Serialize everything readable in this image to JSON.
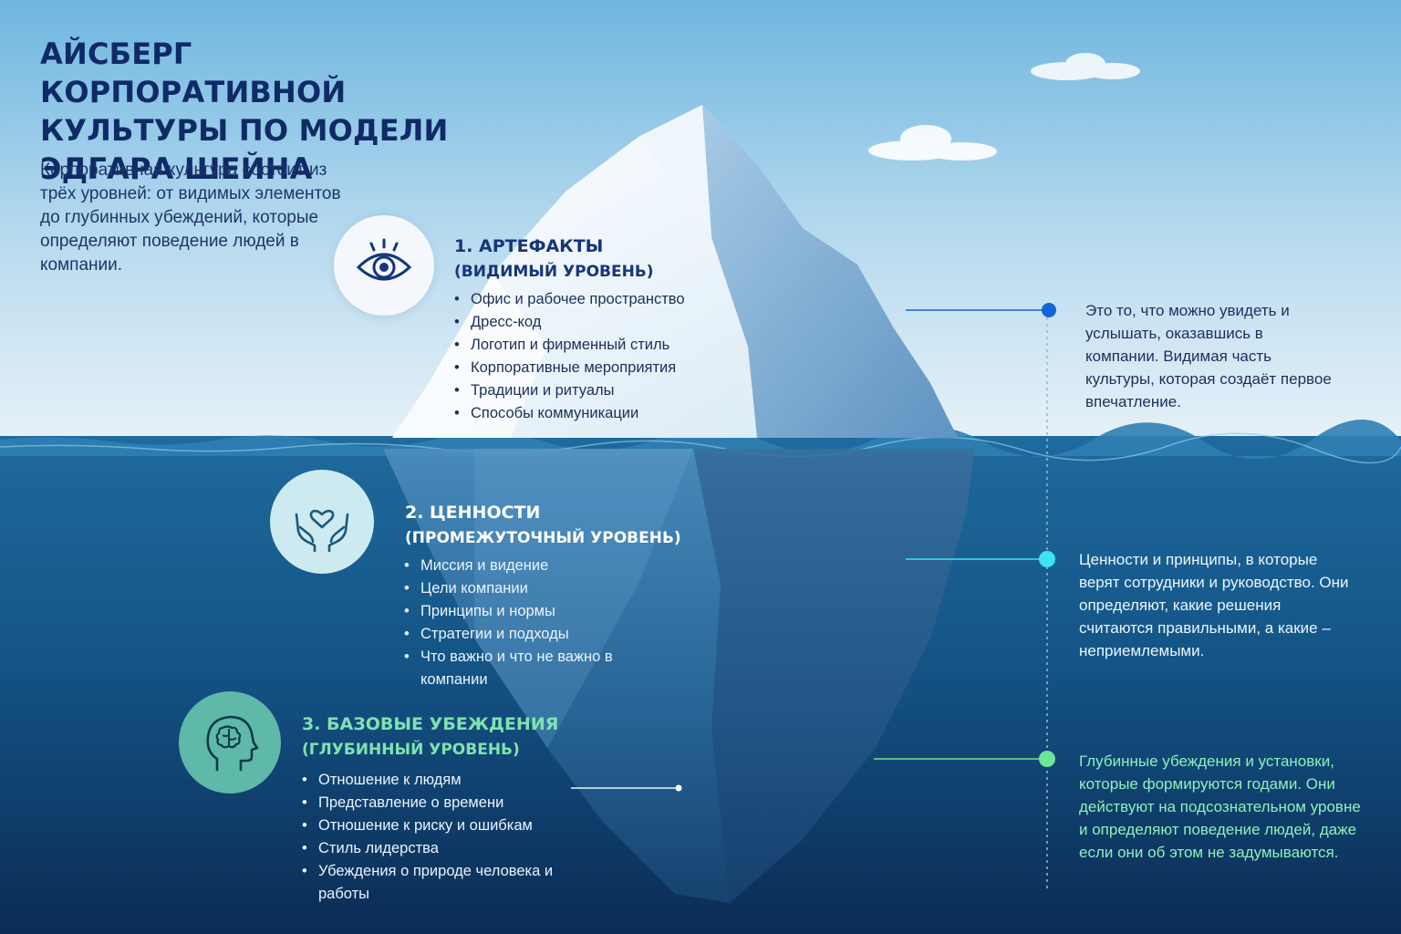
{
  "title": "АЙСБЕРГ КОРПОРАТИВНОЙ КУЛЬТУРЫ ПО МОДЕЛИ ЭДГАРА ШЕЙНА",
  "subtitle": "Корпоративная культура состоит из трёх уровней: от видимых элементов до глубинных убеждений, которые определяют поведение людей в компании.",
  "colors": {
    "title": "#0f2a66",
    "sky_top": "#6fb6e0",
    "sky_bottom": "#e8f2f8",
    "water_top": "#1f6a9e",
    "water_bottom": "#0b2c55",
    "level1_accent": "#1466d6",
    "level2_accent": "#3fe3f0",
    "level3_accent": "#6ee39a"
  },
  "levels": [
    {
      "icon": "eye-icon",
      "title": "1. АРТЕФАКТЫ",
      "subtitle": "(ВИДИМЫЙ УРОВЕНЬ)",
      "items": [
        "Офис и рабочее пространство",
        "Дресс-код",
        "Логотип и фирменный стиль",
        "Корпоративные мероприятия",
        "Традиции и ритуалы",
        "Способы коммуникации"
      ],
      "description": "Это то, что можно увидеть и услышать, оказавшись в компании. Видимая часть культуры, которая создаёт первое впечатление."
    },
    {
      "icon": "hands-heart-icon",
      "title": "2. ЦЕННОСТИ",
      "subtitle": "(ПРОМЕЖУТОЧНЫЙ УРОВЕНЬ)",
      "items": [
        "Миссия и видение",
        "Цели компании",
        "Принципы и нормы",
        "Стратегии и подходы",
        "Что важно и что не важно в компании"
      ],
      "description": "Ценности и принципы, в которые верят сотрудники и руководство. Они определяют, какие решения считаются правильными, а какие – неприемлемыми."
    },
    {
      "icon": "head-brain-icon",
      "title": "3. БАЗОВЫЕ УБЕЖДЕНИЯ",
      "subtitle": "(ГЛУБИННЫЙ УРОВЕНЬ)",
      "items": [
        "Отношение к людям",
        "Представление о времени",
        "Отношение к риску и ошибкам",
        "Стиль лидерства",
        "Убеждения о природе человека и работы"
      ],
      "description": "Глубинные убеждения и установки, которые формируются годами. Они действуют на подсознательном уровне и определяют поведение людей, даже если они об этом не задумываются."
    }
  ]
}
